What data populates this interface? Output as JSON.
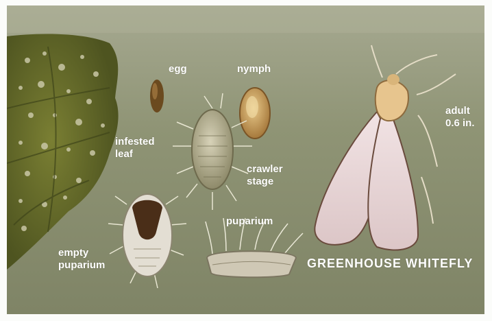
{
  "labels": {
    "egg": "egg",
    "nymph": "nymph",
    "infested_leaf": [
      "infested",
      "leaf"
    ],
    "crawler_stage": [
      "crawler",
      "stage"
    ],
    "puparium": "puparium",
    "empty_puparium": [
      "empty",
      "puparium"
    ],
    "adult": [
      "adult",
      "0.6 in."
    ]
  },
  "title": "GREENHOUSE WHITEFLY",
  "colors": {
    "background": "#8f9475",
    "leaf": "#5d6327",
    "wing": "#e9d9dc",
    "label_text": "#ffffff"
  }
}
